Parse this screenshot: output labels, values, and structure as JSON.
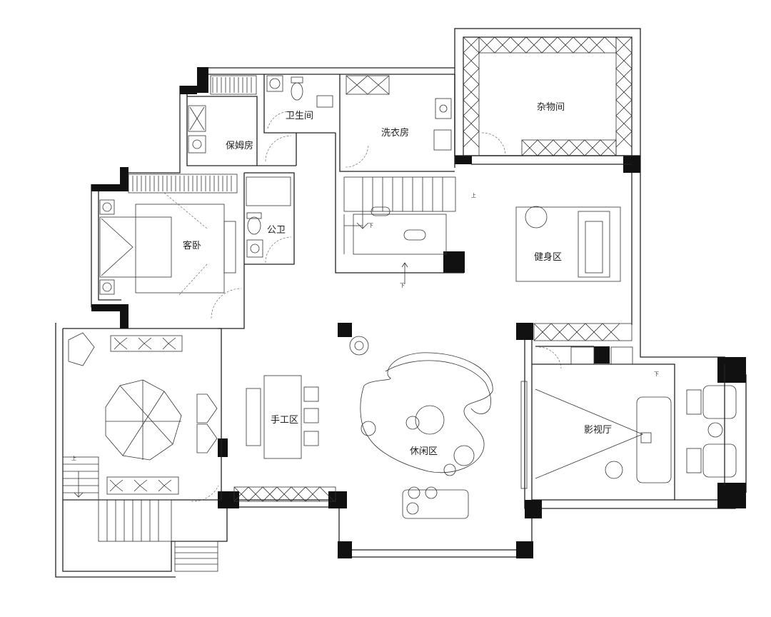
{
  "rooms": {
    "storage": "杂物间",
    "bathroom": "卫生间",
    "laundry": "洗衣房",
    "nanny_room": "保姆房",
    "guest_room": "客卧",
    "public_wc": "公卫",
    "gym": "健身区",
    "craft": "手工区",
    "lounge": "休闲区",
    "theater": "影视厅"
  },
  "annotations": {
    "stair_up": "上",
    "stair_down": "下",
    "stair_theater": "下",
    "stair_left": "上",
    "stair_note": "下"
  }
}
